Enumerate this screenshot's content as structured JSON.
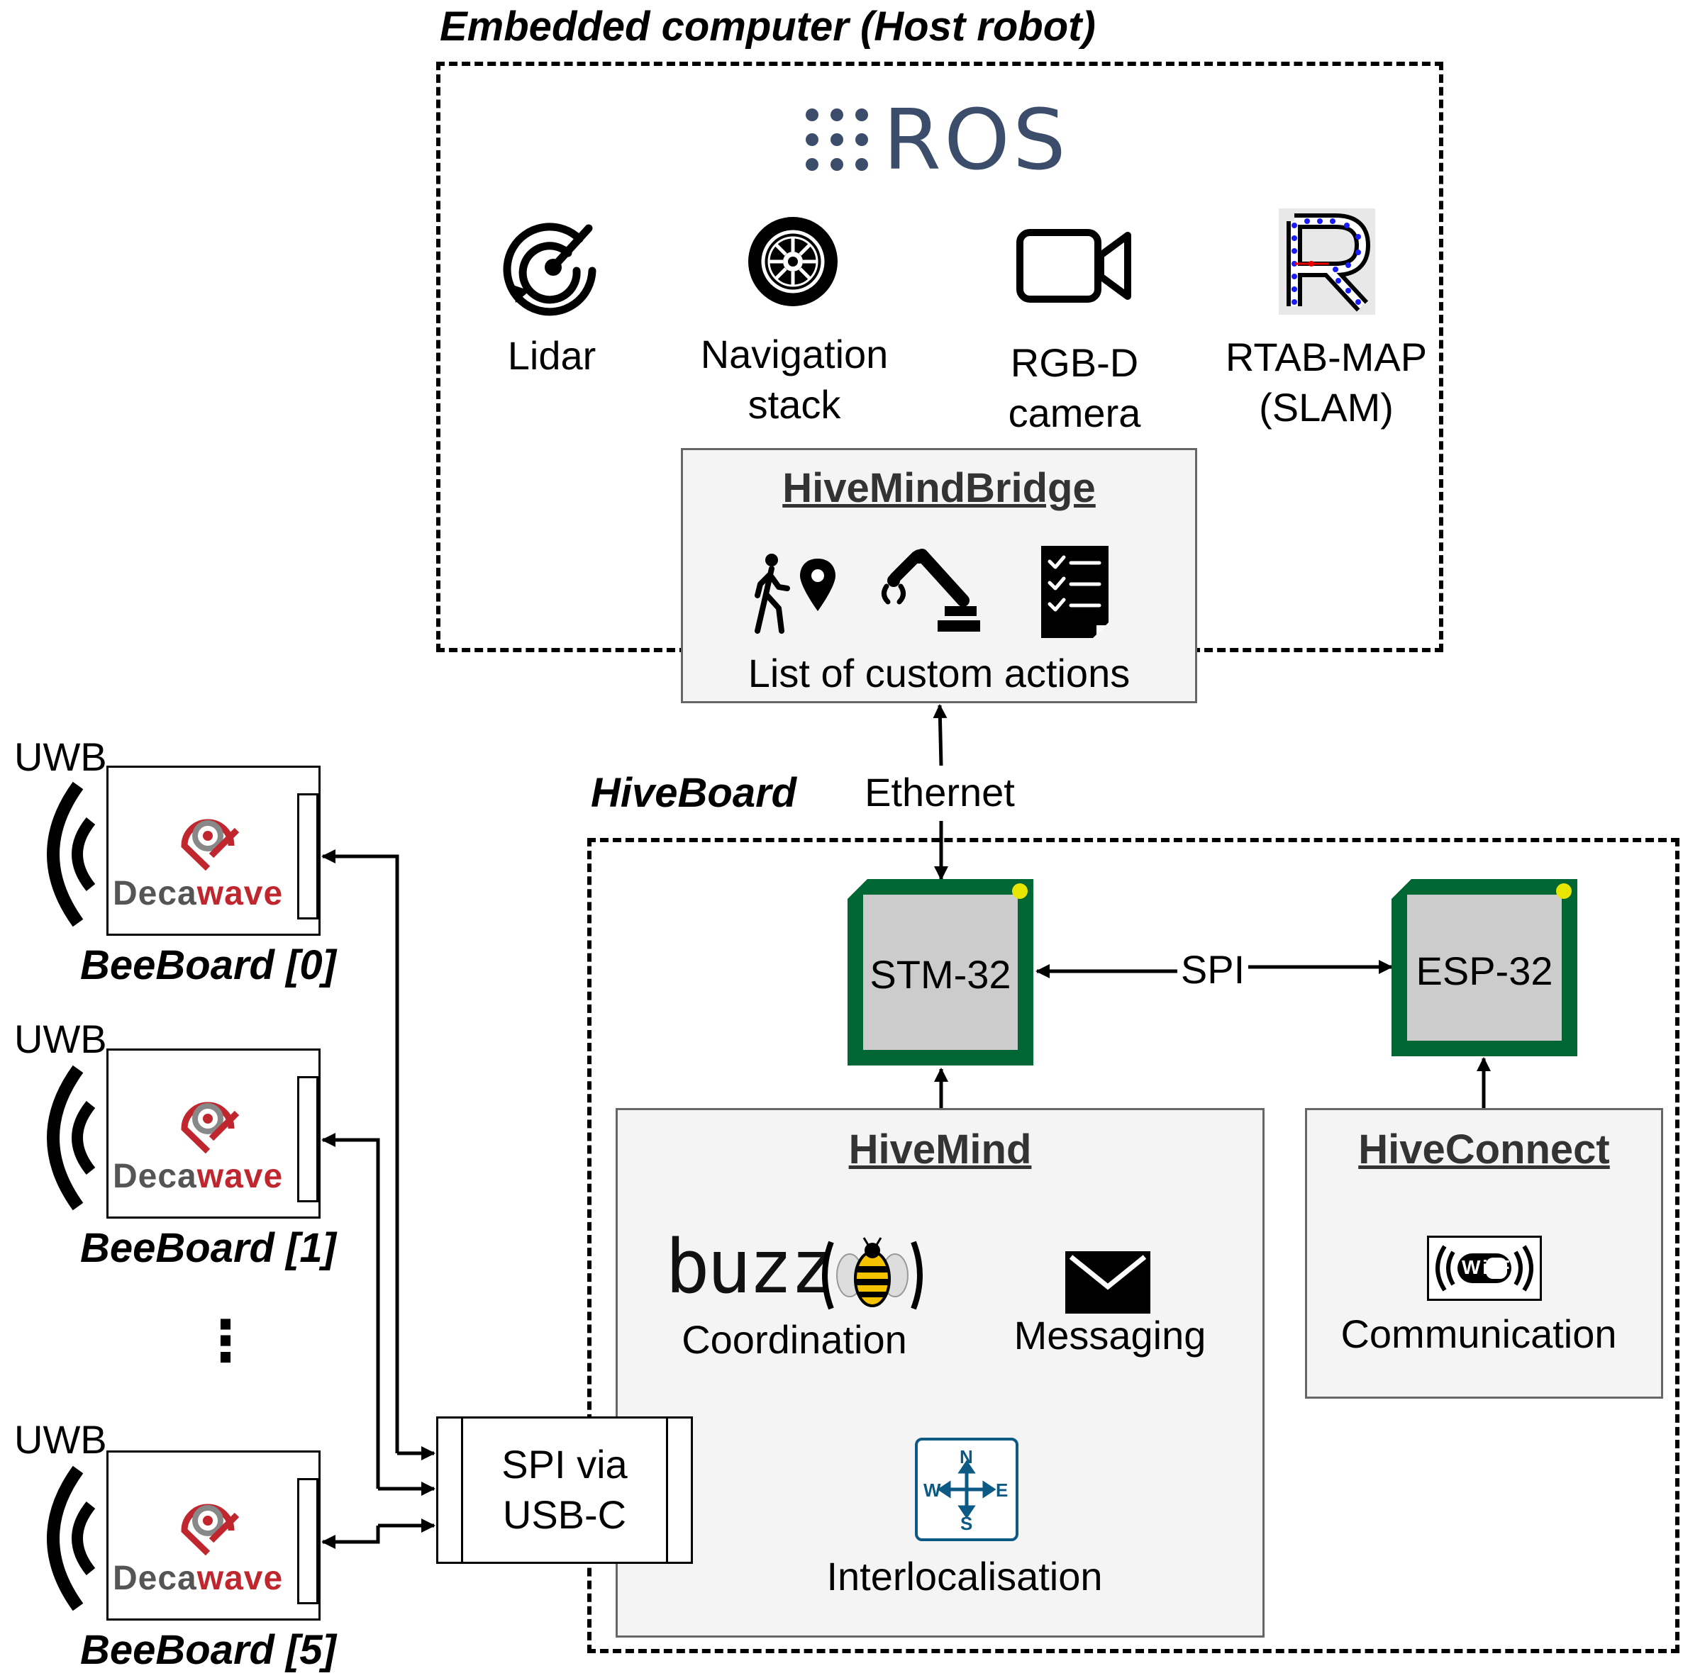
{
  "host": {
    "title": "Embedded computer (Host robot)",
    "ros_logo_text": "ROS",
    "items": [
      {
        "label_line1": "Lidar",
        "label_line2": "",
        "icon": "radar-icon"
      },
      {
        "label_line1": "Navigation",
        "label_line2": "stack",
        "icon": "wheel-icon"
      },
      {
        "label_line1": "RGB-D",
        "label_line2": "camera",
        "icon": "video-camera-icon"
      },
      {
        "label_line1": "RTAB-MAP",
        "label_line2": "(SLAM)",
        "icon": "rtabmap-logo-icon"
      }
    ]
  },
  "bridge": {
    "title": "HiveMindBridge",
    "caption": "List of custom actions",
    "icons": [
      "walk-to-location-icon",
      "robotic-arm-icon",
      "checklist-icon"
    ]
  },
  "ethernet_label": "Ethernet",
  "hiveboard": {
    "title": "HiveBoard",
    "stm_label": "STM-32",
    "esp_label": "ESP-32",
    "spi_label": "SPI",
    "hivemind": {
      "title": "HiveMind",
      "buzz_logo_text": "buzz",
      "coordination": "Coordination",
      "messaging": "Messaging",
      "interlocalisation": "Interlocalisation",
      "compass_letters": {
        "n": "N",
        "s": "S",
        "e": "E",
        "w": "W"
      }
    },
    "hiveconnect": {
      "title": "HiveConnect",
      "communication": "Communication",
      "wifi_logo_text": "Wi Fi"
    }
  },
  "spi_usb": {
    "line1": "SPI via",
    "line2": "USB-C"
  },
  "beeboards": [
    {
      "uwb": "UWB",
      "brand_a": "Deca",
      "brand_b": "wave",
      "label": "BeeBoard [0]"
    },
    {
      "uwb": "UWB",
      "brand_a": "Deca",
      "brand_b": "wave",
      "label": "BeeBoard [1]"
    },
    {
      "uwb": "UWB",
      "brand_a": "Deca",
      "brand_b": "wave",
      "label": "BeeBoard [5]"
    }
  ],
  "ellipsis": "⋮",
  "colors": {
    "chip_green": "#006633",
    "chip_grey": "#cccccc",
    "ros_blue": "#3c4d6b",
    "decawave_red": "#c0262d",
    "compass_blue": "#0c5a84"
  }
}
